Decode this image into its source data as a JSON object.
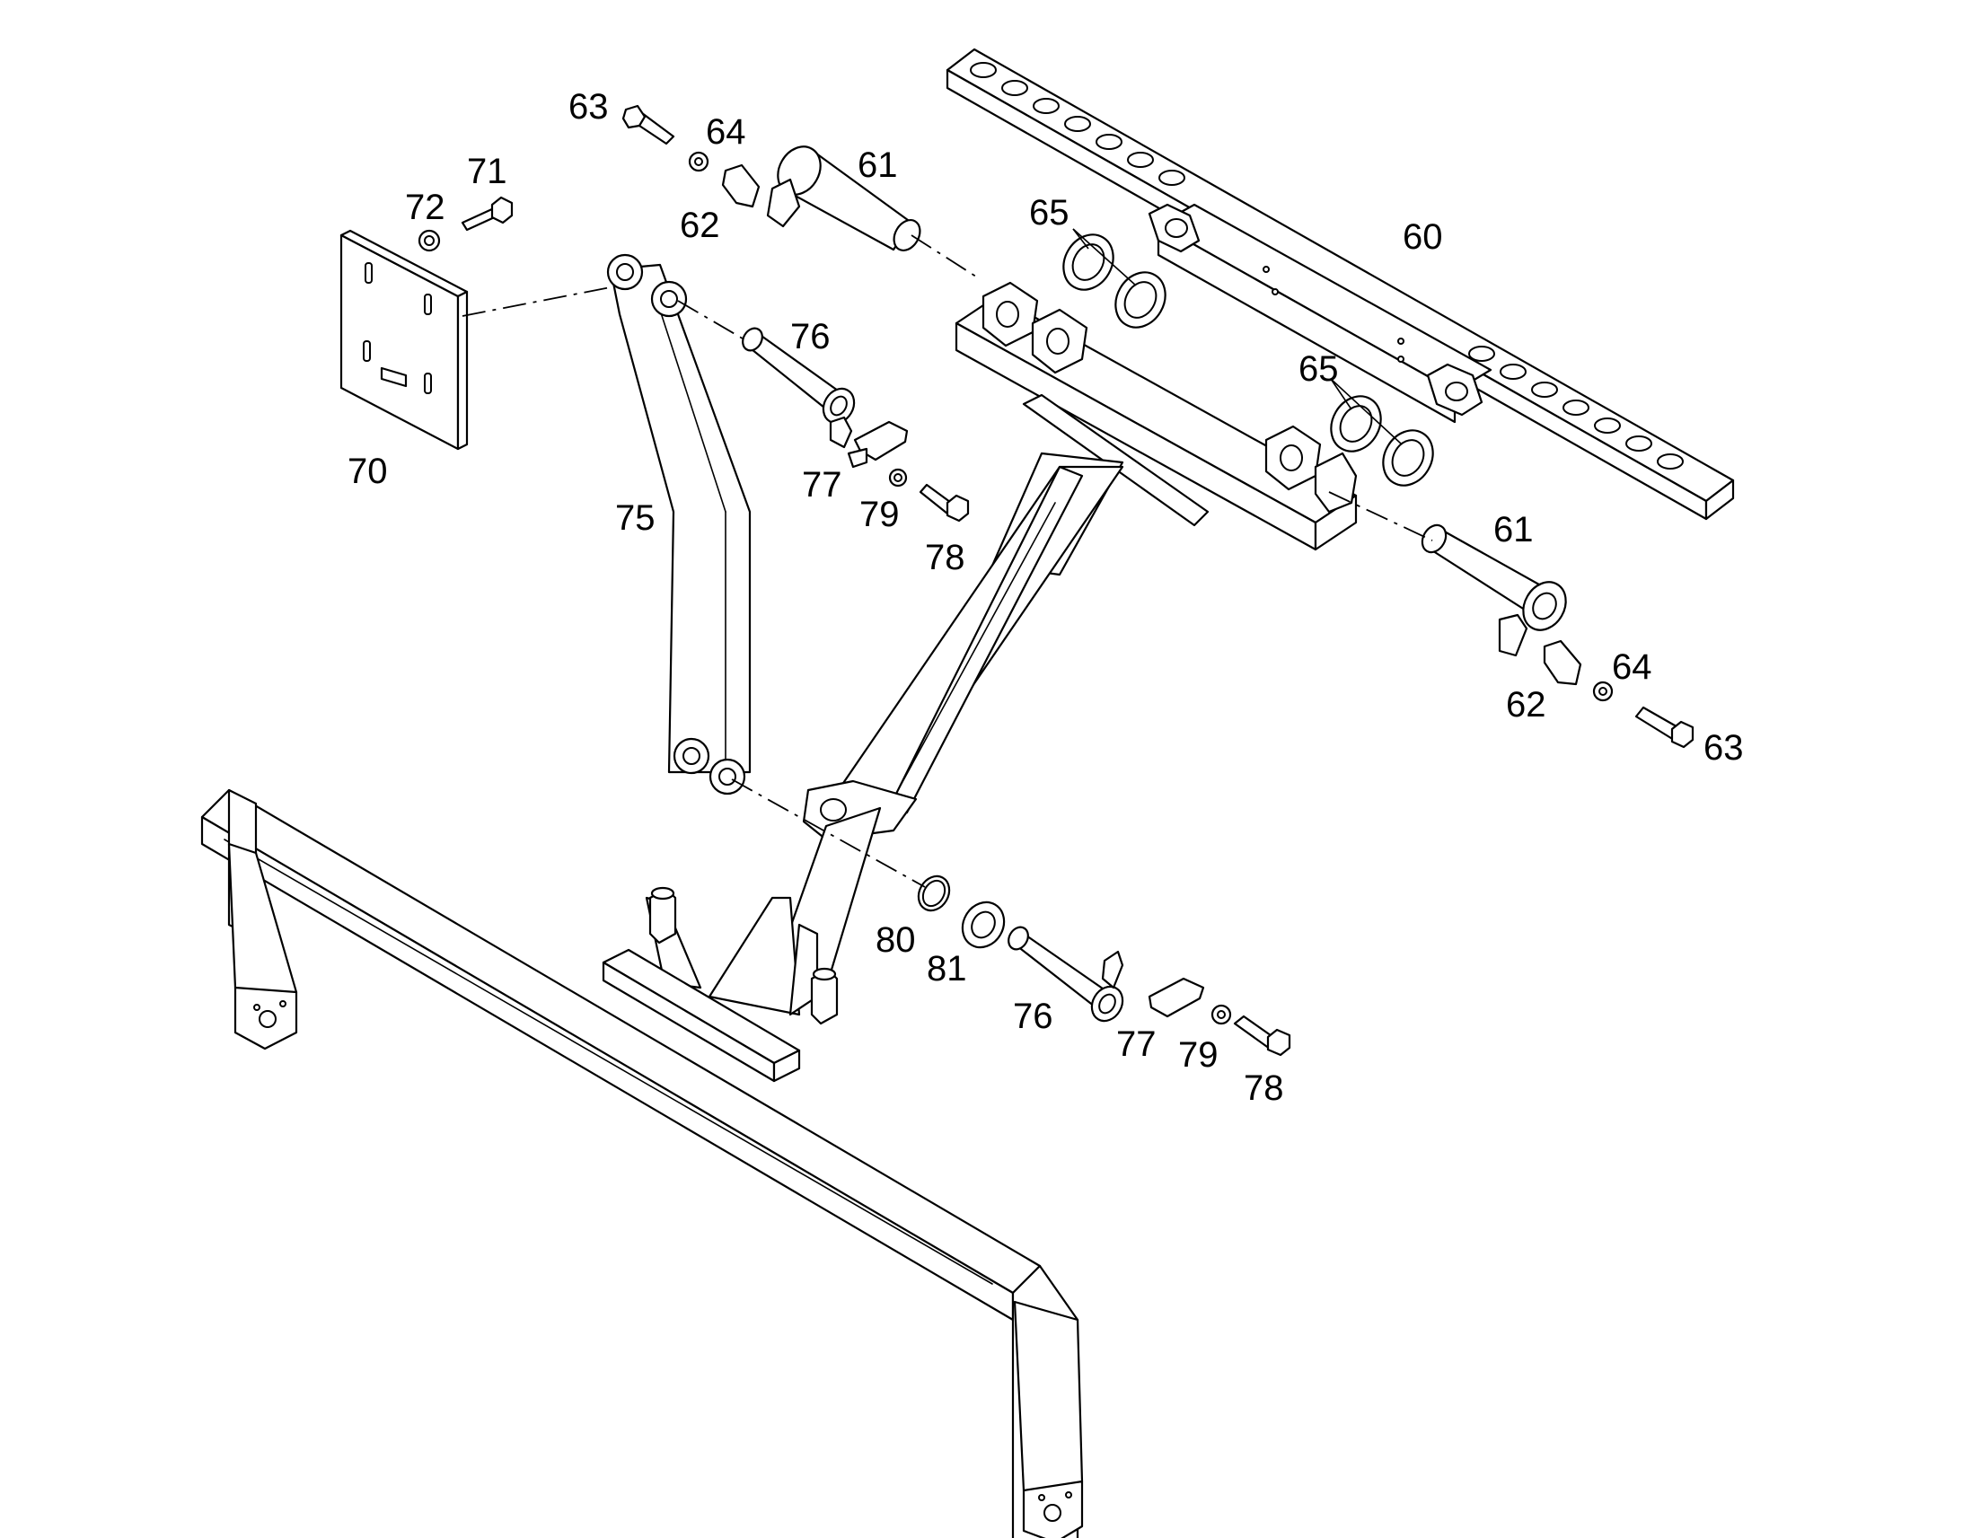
{
  "figure": {
    "type": "exploded-parts-diagram",
    "line_color": "#000000",
    "background": "#ffffff"
  },
  "callouts": [
    {
      "id": "c60",
      "text": "60"
    },
    {
      "id": "c61a",
      "text": "61"
    },
    {
      "id": "c61b",
      "text": "61"
    },
    {
      "id": "c62a",
      "text": "62"
    },
    {
      "id": "c62b",
      "text": "62"
    },
    {
      "id": "c63a",
      "text": "63"
    },
    {
      "id": "c63b",
      "text": "63"
    },
    {
      "id": "c64a",
      "text": "64"
    },
    {
      "id": "c64b",
      "text": "64"
    },
    {
      "id": "c65a",
      "text": "65"
    },
    {
      "id": "c65b",
      "text": "65"
    },
    {
      "id": "c70",
      "text": "70"
    },
    {
      "id": "c71",
      "text": "71"
    },
    {
      "id": "c72",
      "text": "72"
    },
    {
      "id": "c75",
      "text": "75"
    },
    {
      "id": "c76a",
      "text": "76"
    },
    {
      "id": "c76b",
      "text": "76"
    },
    {
      "id": "c77a",
      "text": "77"
    },
    {
      "id": "c77b",
      "text": "77"
    },
    {
      "id": "c78a",
      "text": "78"
    },
    {
      "id": "c78b",
      "text": "78"
    },
    {
      "id": "c79a",
      "text": "79"
    },
    {
      "id": "c79b",
      "text": "79"
    },
    {
      "id": "c80",
      "text": "80"
    },
    {
      "id": "c81",
      "text": "81"
    }
  ]
}
